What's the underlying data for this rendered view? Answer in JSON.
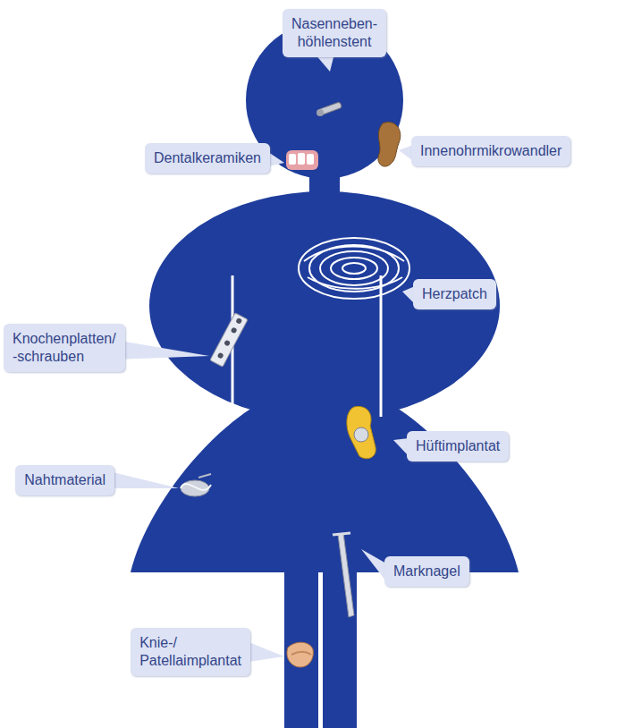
{
  "diagram": {
    "nodes": [
      {
        "text": [
          "Nasenneben- höhlenstent"
        ]
      },
      {
        "text": [
          "Dentalkeramiken"
        ]
      },
      {
        "text": [
          "Innenohrmikrowandler"
        ]
      },
      {
        "text": [
          "Herzpatch"
        ]
      },
      {
        "text": [
          "Knochenplatten/ -schrauben"
        ]
      },
      {
        "text": [
          "Hüftimplantat"
        ]
      },
      {
        "text": [
          "Nahtmaterial"
        ]
      },
      {
        "text": [
          "Marknagel"
        ]
      },
      {
        "text": [
          "Knie-/ Patellaimplantat"
        ]
      }
    ]
  }
}
